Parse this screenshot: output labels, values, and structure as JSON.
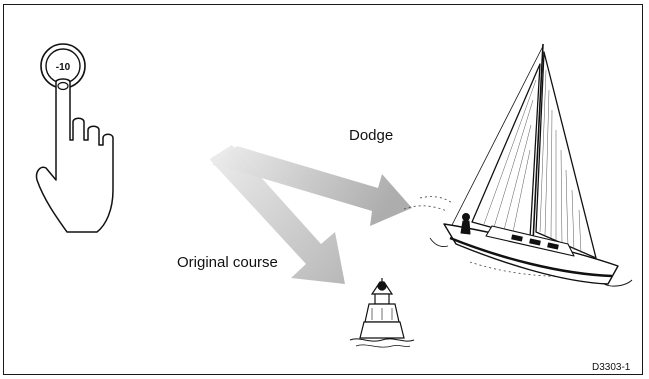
{
  "button": {
    "label": "-10"
  },
  "labels": {
    "dodge": "Dodge",
    "original_course": "Original course",
    "figure_ref": "D3303-1"
  },
  "colors": {
    "arrow_light": "#e6e6e6",
    "arrow_dark": "#a8a8a8",
    "line": "#111111",
    "background": "#ffffff"
  }
}
